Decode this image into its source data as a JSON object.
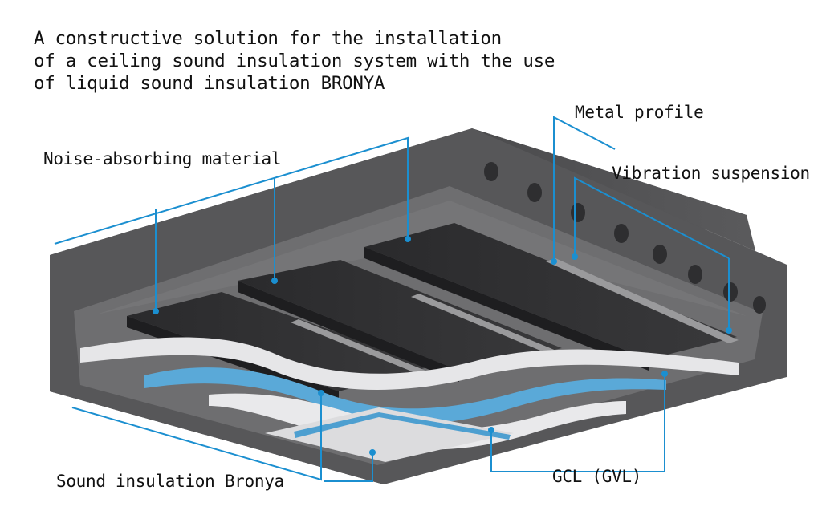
{
  "title": {
    "lines": [
      "A constructive solution for the installation",
      "of a ceiling sound insulation system with the use",
      "of liquid sound insulation BRONYA"
    ]
  },
  "labels": {
    "metal_profile": "Metal profile",
    "noise_absorbing": "Noise-absorbing material",
    "vibration_suspension": "Vibration suspension",
    "sound_insulation": "Sound insulation Bronya",
    "gcl": "GCL (GVL)"
  },
  "colors": {
    "concrete": "#5a5a5c",
    "concrete_dark": "#3f3f41",
    "panel": "#2b2b2d",
    "drywall": "#e6e6e8",
    "bronya": "#5aa9d8",
    "leader": "#1b8fd0"
  }
}
